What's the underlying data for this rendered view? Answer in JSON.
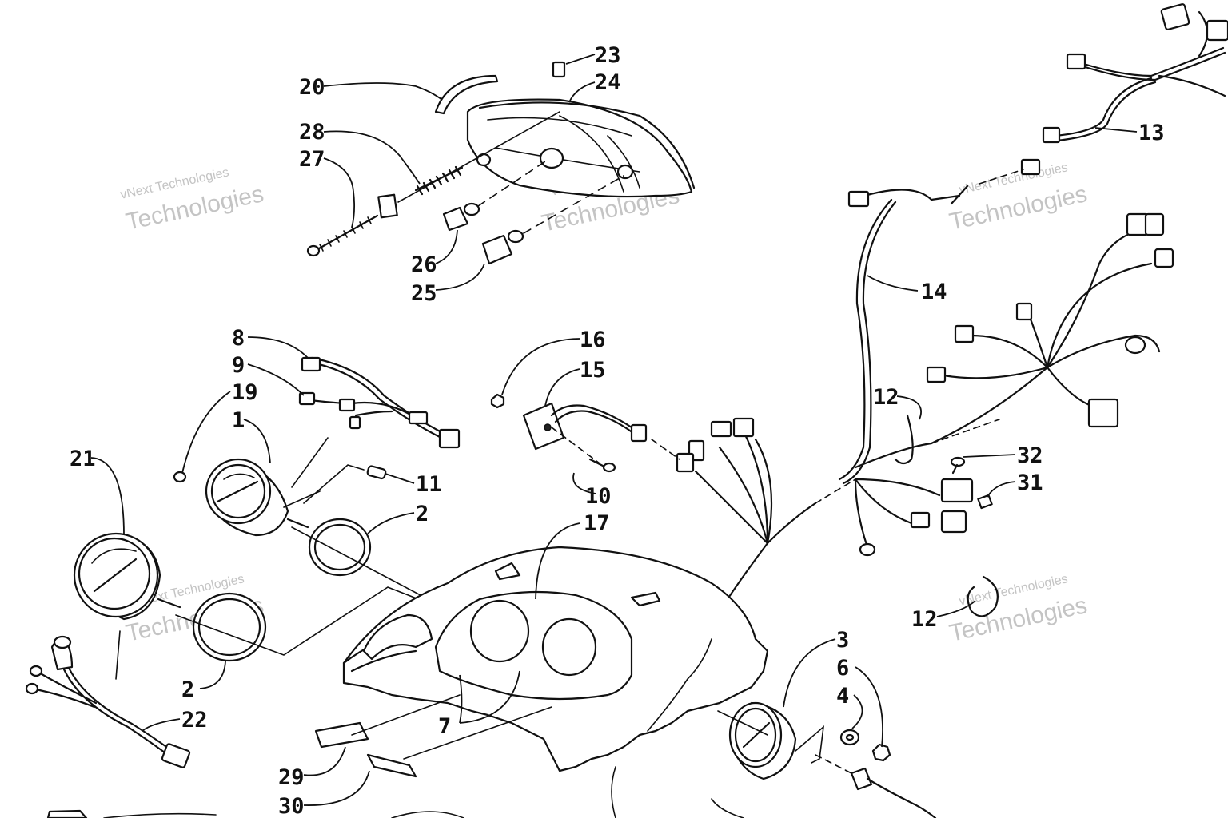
{
  "watermark": {
    "line1": "vNext Technologies",
    "line2": "Technologies"
  },
  "callouts": [
    {
      "id": "l23",
      "text": "23"
    },
    {
      "id": "l24",
      "text": "24"
    },
    {
      "id": "l20",
      "text": "20"
    },
    {
      "id": "l28",
      "text": "28"
    },
    {
      "id": "l27",
      "text": "27"
    },
    {
      "id": "l26",
      "text": "26"
    },
    {
      "id": "l25",
      "text": "25"
    },
    {
      "id": "l13",
      "text": "13"
    },
    {
      "id": "l14",
      "text": "14"
    },
    {
      "id": "l8",
      "text": "8"
    },
    {
      "id": "l9",
      "text": "9"
    },
    {
      "id": "l19",
      "text": "19"
    },
    {
      "id": "l1",
      "text": "1"
    },
    {
      "id": "l16",
      "text": "16"
    },
    {
      "id": "l15",
      "text": "15"
    },
    {
      "id": "l21",
      "text": "21"
    },
    {
      "id": "l11",
      "text": "11"
    },
    {
      "id": "l2a",
      "text": "2"
    },
    {
      "id": "l10",
      "text": "10"
    },
    {
      "id": "l17",
      "text": "17"
    },
    {
      "id": "l12a",
      "text": "12"
    },
    {
      "id": "l32",
      "text": "32"
    },
    {
      "id": "l31",
      "text": "31"
    },
    {
      "id": "l12b",
      "text": "12"
    },
    {
      "id": "l3",
      "text": "3"
    },
    {
      "id": "l6",
      "text": "6"
    },
    {
      "id": "l4",
      "text": "4"
    },
    {
      "id": "l2b",
      "text": "2"
    },
    {
      "id": "l22",
      "text": "22"
    },
    {
      "id": "l7",
      "text": "7"
    },
    {
      "id": "l29",
      "text": "29"
    },
    {
      "id": "l30",
      "text": "30"
    }
  ]
}
